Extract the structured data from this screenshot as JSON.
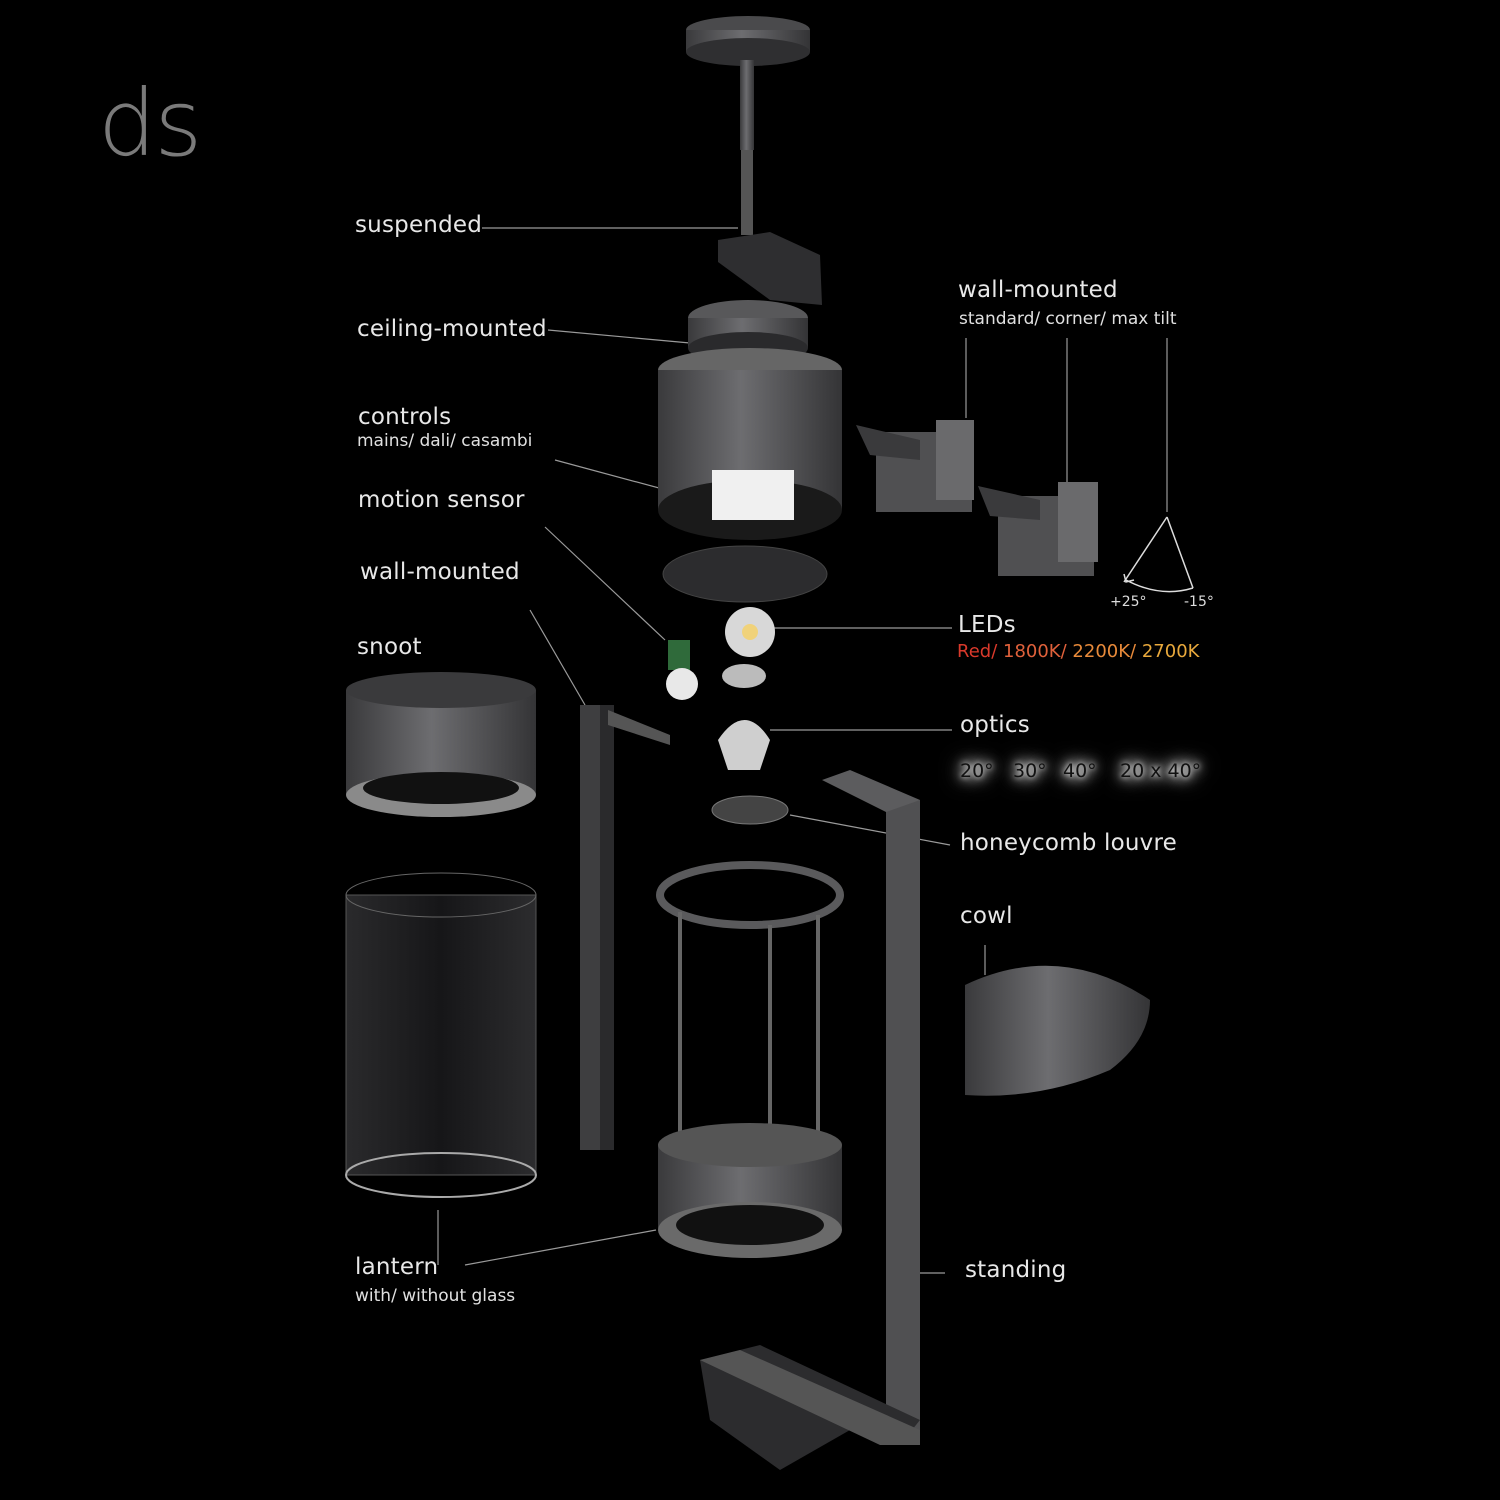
{
  "logo": "ds",
  "labels": {
    "suspended": "suspended",
    "ceiling_mounted": "ceiling-mounted",
    "controls": {
      "title": "controls",
      "sub": "mains/ dali/ casambi"
    },
    "motion_sensor": "motion sensor",
    "wall_mounted_left": "wall-mounted",
    "snoot": "snoot",
    "wall_mounted_right": {
      "title": "wall-mounted",
      "sub": "standard/ corner/ max tilt"
    },
    "tilt": {
      "plus": "+25°",
      "minus": "-15°"
    },
    "leds": {
      "title": "LEDs",
      "options": [
        {
          "text": "Red/",
          "color": "#d9392b"
        },
        {
          "text": "1800K/",
          "color": "#e0613b"
        },
        {
          "text": "2200K/",
          "color": "#e88a3a"
        },
        {
          "text": "2700K",
          "color": "#e9a93c"
        }
      ]
    },
    "optics": {
      "title": "optics",
      "options": [
        "20°",
        "30°",
        "40°",
        "20 x 40°"
      ]
    },
    "honeycomb_louvre": "honeycomb louvre",
    "cowl": "cowl",
    "standing": "standing",
    "lantern": {
      "title": "lantern",
      "sub": "with/ without glass"
    }
  }
}
